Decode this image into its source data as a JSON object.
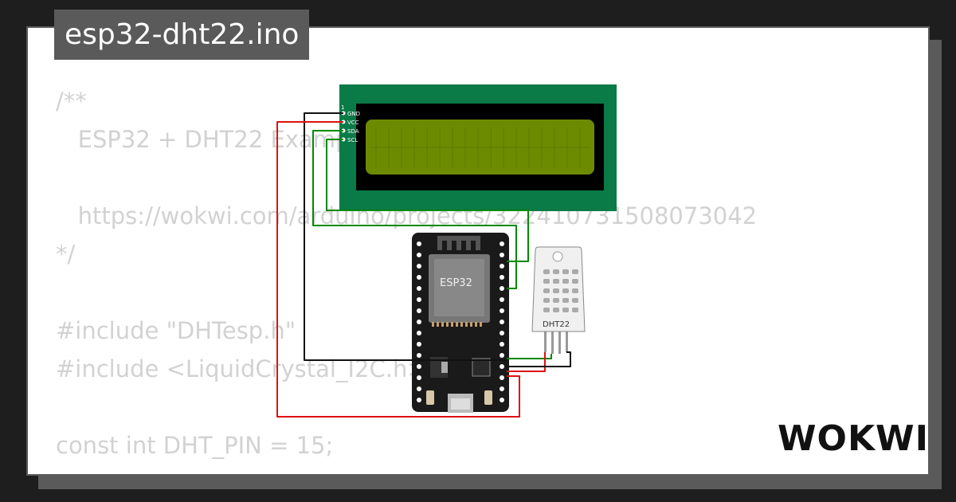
{
  "header": {
    "title": "esp32-dht22.ino"
  },
  "code_lines": [
    "/**",
    "   ESP32 + DHT22 Example for Wokwi",
    "",
    "   https://wokwi.com/arduino/projects/322410731508073042",
    "*/",
    "",
    "#include \"DHTesp.h\"",
    "#include <LiquidCrystal_I2C.h>",
    "",
    "const int DHT_PIN = 15;"
  ],
  "lcd": {
    "pins": [
      "GND",
      "VCC",
      "SDA",
      "SCL"
    ],
    "pin_one": "1"
  },
  "esp32": {
    "label": "ESP32"
  },
  "dht22": {
    "label": "DHT22"
  },
  "brand": {
    "logo": "WOKWI"
  },
  "colors": {
    "board": "#1a1a1a",
    "lcd_frame": "#0a7a46",
    "lcd_screen": "#6d8b00",
    "wire_red": "#dd1111",
    "wire_green": "#008800",
    "wire_black": "#111111",
    "code_text": "#d2d2d2",
    "title_bg": "#5a5a5a"
  }
}
